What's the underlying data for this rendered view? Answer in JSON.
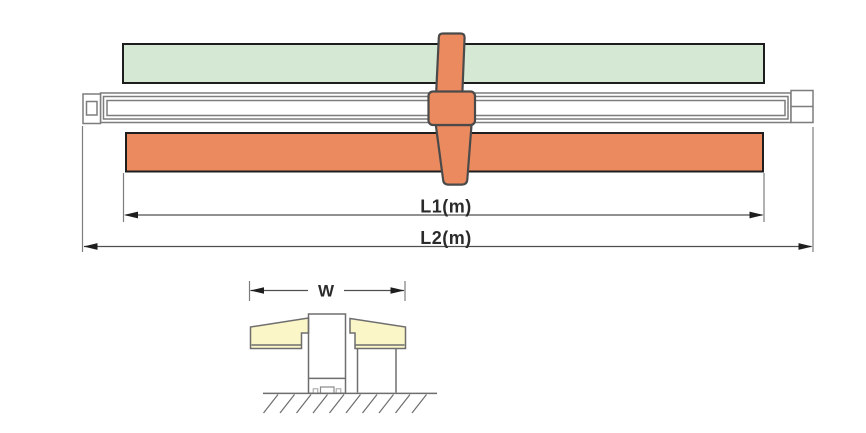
{
  "diagram": {
    "description": "technical dimension drawing of a linear guide rail with carriage (top view) and cross-section profile",
    "labels": {
      "l1": "L1(m)",
      "l2": "L2(m)",
      "w": "W"
    },
    "colors": {
      "green_band": "#d5e8d4",
      "orange": "#ec8a5f",
      "cream_wing": "#faf6c8",
      "white": "#ffffff",
      "outline_dark": "#1d1d1d",
      "outline_gray": "#6e6e6e"
    }
  }
}
